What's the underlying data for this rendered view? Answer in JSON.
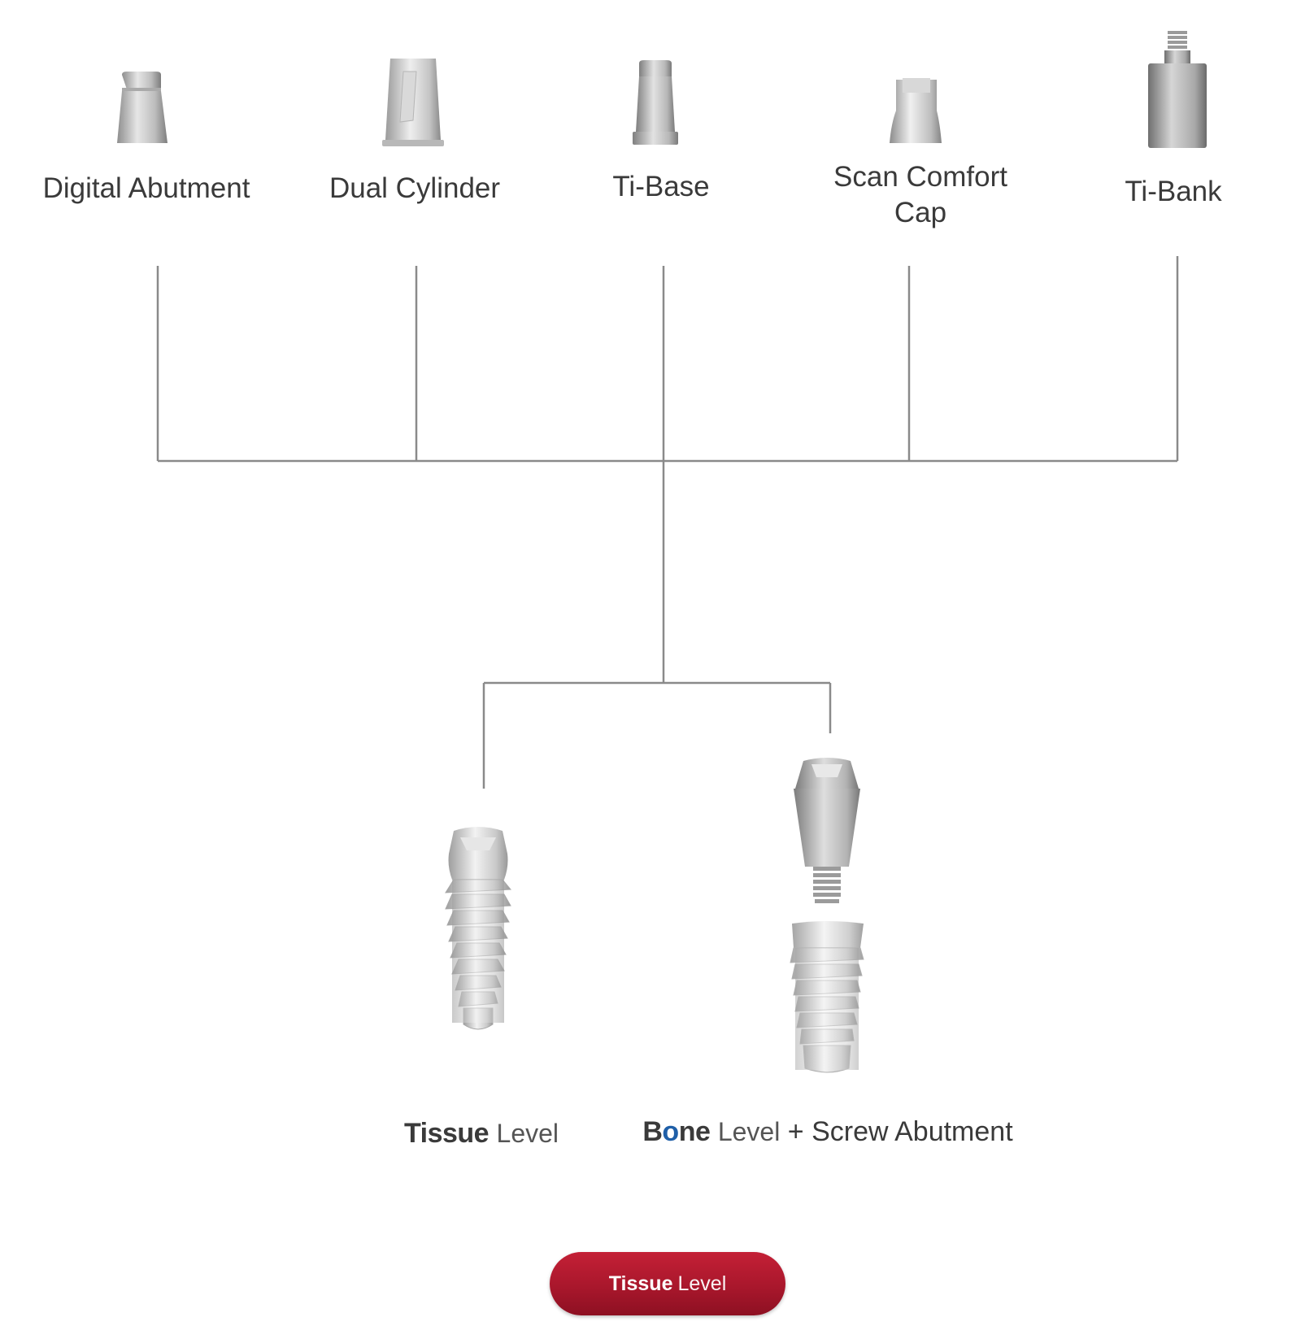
{
  "products": [
    {
      "label": "Digital Abutment",
      "icon": "digital-abutment-icon"
    },
    {
      "label": "Dual Cylinder",
      "icon": "dual-cylinder-icon"
    },
    {
      "label": "Ti-Base",
      "icon": "ti-base-icon"
    },
    {
      "label": "Scan Comfort Cap",
      "icon": "scan-comfort-cap-icon"
    },
    {
      "label": "Ti-Bank",
      "icon": "ti-bank-icon"
    }
  ],
  "implants": {
    "tissue": {
      "brand_bold": "Tissue",
      "brand_light": "Level",
      "icon": "tissue-level-implant-icon"
    },
    "bone": {
      "brand_bold_b": "B",
      "brand_bold_o": "o",
      "brand_bold_rest": "ne",
      "brand_light": "Level",
      "plus": "+ Screw Abutment",
      "icon": "bone-level-implant-icon"
    }
  },
  "button": {
    "bold": "Tissue",
    "light": "Level"
  },
  "colors": {
    "line": "#8a8a8a",
    "accent_red": "#b01c2e",
    "accent_blue": "#1f5fa8",
    "metal": "#c4c4c4"
  }
}
